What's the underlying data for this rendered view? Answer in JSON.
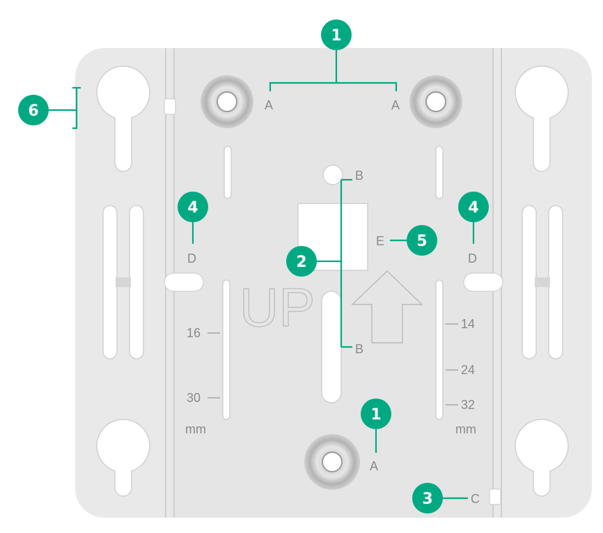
{
  "colors": {
    "plate": "#e9e9e9",
    "plate_edge": "#d9d9d9",
    "hole": "#ffffff",
    "callout": "#01a982",
    "label": "#8a8a8a",
    "leader": "#01a982"
  },
  "labels": {
    "a": "A",
    "b": "B",
    "c": "C",
    "d": "D",
    "e": "E",
    "up": "UP",
    "mm": "mm"
  },
  "scale_left": [
    "16",
    "30"
  ],
  "scale_right": [
    "14",
    "24",
    "32"
  ],
  "callouts": {
    "c1": "1",
    "c2": "2",
    "c3": "3",
    "c4": "4",
    "c5": "5",
    "c6": "6"
  },
  "icons": {
    "arrow": "up-arrow-icon"
  }
}
